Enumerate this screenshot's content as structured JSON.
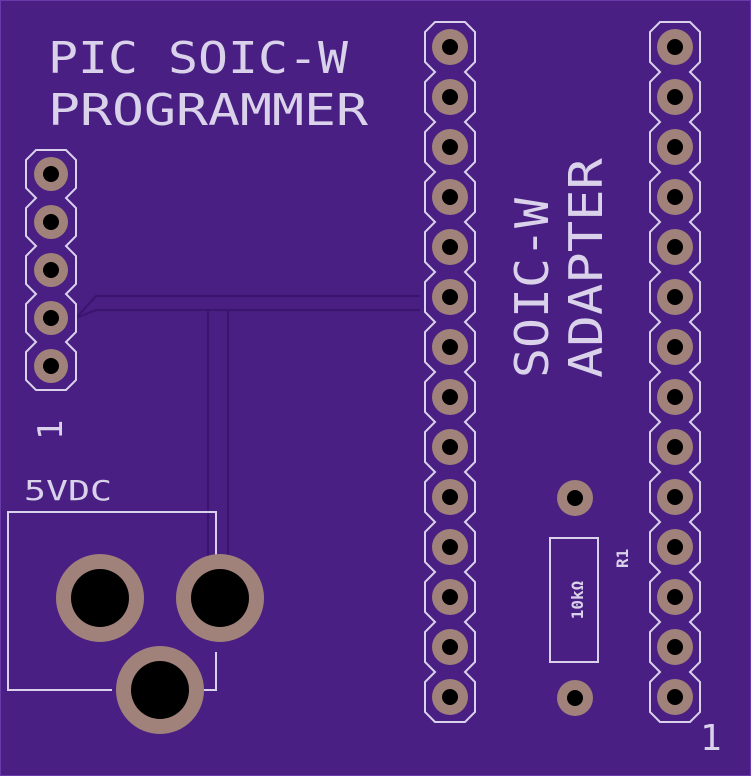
{
  "board": {
    "title_line1": "PIC SOIC-W",
    "title_line2": "PROGRAMMER",
    "adapter_line1": "SOIC-W",
    "adapter_line2": "ADAPTER",
    "header_pin1_label": "1",
    "right_pin1_label": "1",
    "power_label": "5VDC",
    "resistor_ref": "R1",
    "resistor_value": "10kΩ",
    "colors": {
      "board": "#4a1f83",
      "silkscreen": "#d9d2ea",
      "pad_copper": "#a0827a",
      "trace": "#3a156e"
    }
  }
}
